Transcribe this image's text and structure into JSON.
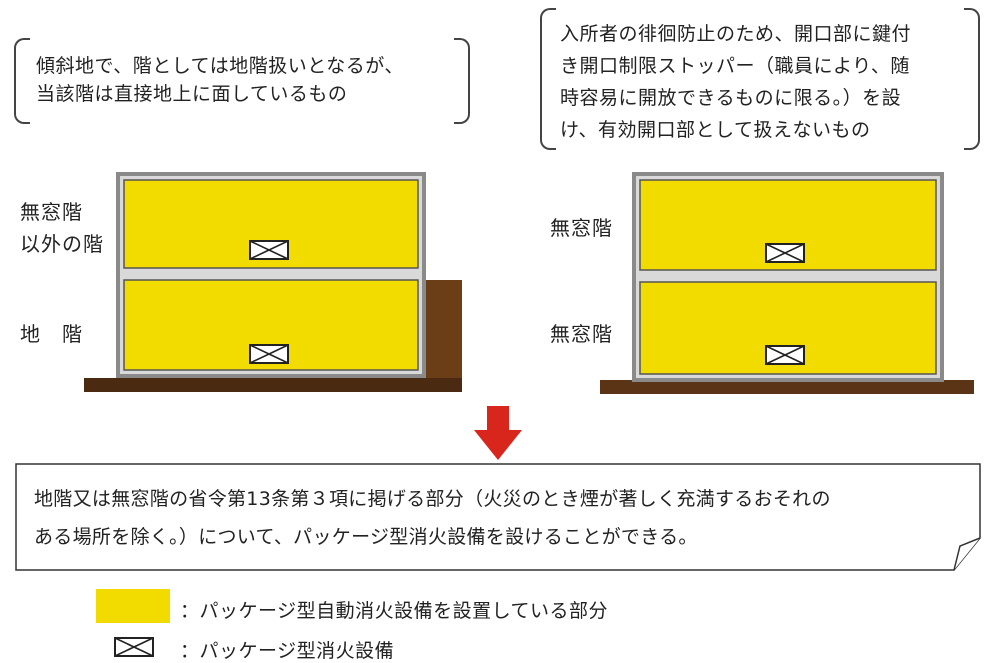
{
  "left": {
    "note_lines": [
      "傾斜地で、階としては地階扱いとなるが、",
      "当該階は直接地上に面しているもの"
    ],
    "upper_label_lines": [
      "無窓階",
      "以外の階"
    ],
    "lower_label": "地　階"
  },
  "right": {
    "note_lines": [
      "入所者の徘徊防止のため、開口部に鍵付",
      "き開口制限ストッパー（職員により、随",
      "時容易に開放できるものに限る。）を設",
      "け、有効開口部として扱えないもの"
    ],
    "upper_label": "無窓階",
    "lower_label": "無窓階"
  },
  "conclusion_lines": [
    "地階又は無窓階の省令第13条第３項に掲げる部分（火災のとき煙が著しく充満するおそれの",
    "ある場所を除く。）について、パッケージ型消火設備を設けることができる。"
  ],
  "legend": {
    "fill_text": "：パッケージ型自動消火設備を設置している部分",
    "device_text": "：パッケージ型消火設備"
  },
  "colors": {
    "fill": "#f2dc00",
    "ground": "#5a3415",
    "arrow": "#d9261c"
  }
}
